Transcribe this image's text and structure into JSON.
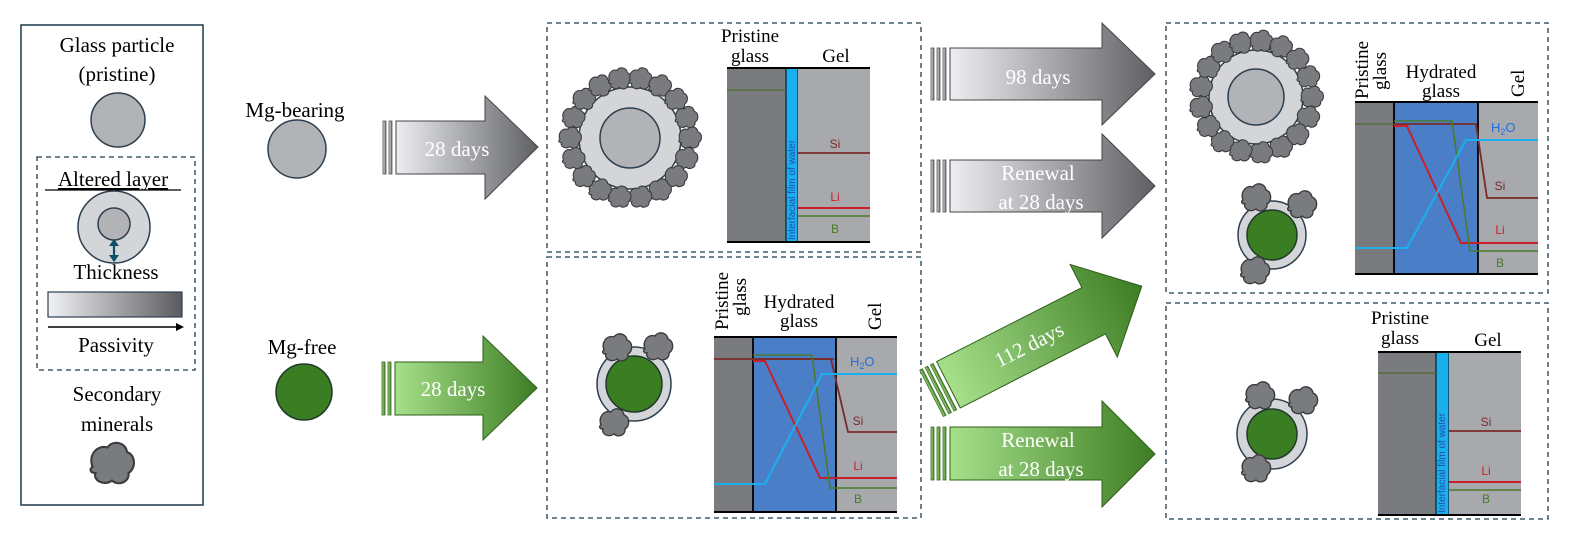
{
  "legend": {
    "particle_title_1": "Glass particle",
    "particle_title_2": "(pristine)",
    "altered_title": "Altered layer",
    "thickness": "Thickness",
    "passivity": "Passivity",
    "secondary_1": "Secondary",
    "secondary_2": "minerals"
  },
  "rows": {
    "mg_bearing": "Mg-bearing",
    "mg_free": "Mg-free"
  },
  "arrows": {
    "a28_top": "28 days",
    "a28_bottom": "28 days",
    "a98": "98 days",
    "renewal_top_1": "Renewal",
    "renewal_top_2": "at 28 days",
    "a112": "112 days",
    "renewal_bottom_1": "Renewal",
    "renewal_bottom_2": "at 28 days"
  },
  "profiles": {
    "pristine_1": "Pristine",
    "pristine_2": "glass",
    "hydrated_1": "Hydrated",
    "hydrated_2": "glass",
    "gel": "Gel",
    "film": "Interfacial film of water",
    "si": "Si",
    "li": "Li",
    "b": "B",
    "h2o_h": "H",
    "h2o_2": "2",
    "h2o_o": "O"
  },
  "colors": {
    "mg_bearing_particle": "#b2b3b6",
    "mg_free_particle": "#3b7d23",
    "mineral": "#7a7b7e",
    "water_film": "#1ab0f0",
    "hydrated_glass": "#4a7fc8",
    "pristine_glass": "#7a7b7e",
    "gel": "#a8a9ac",
    "si_line": "#7b2a2a",
    "li_line": "#c8202a",
    "b_line": "#4a7a2a",
    "h2o_line": "#1ab0f0"
  }
}
